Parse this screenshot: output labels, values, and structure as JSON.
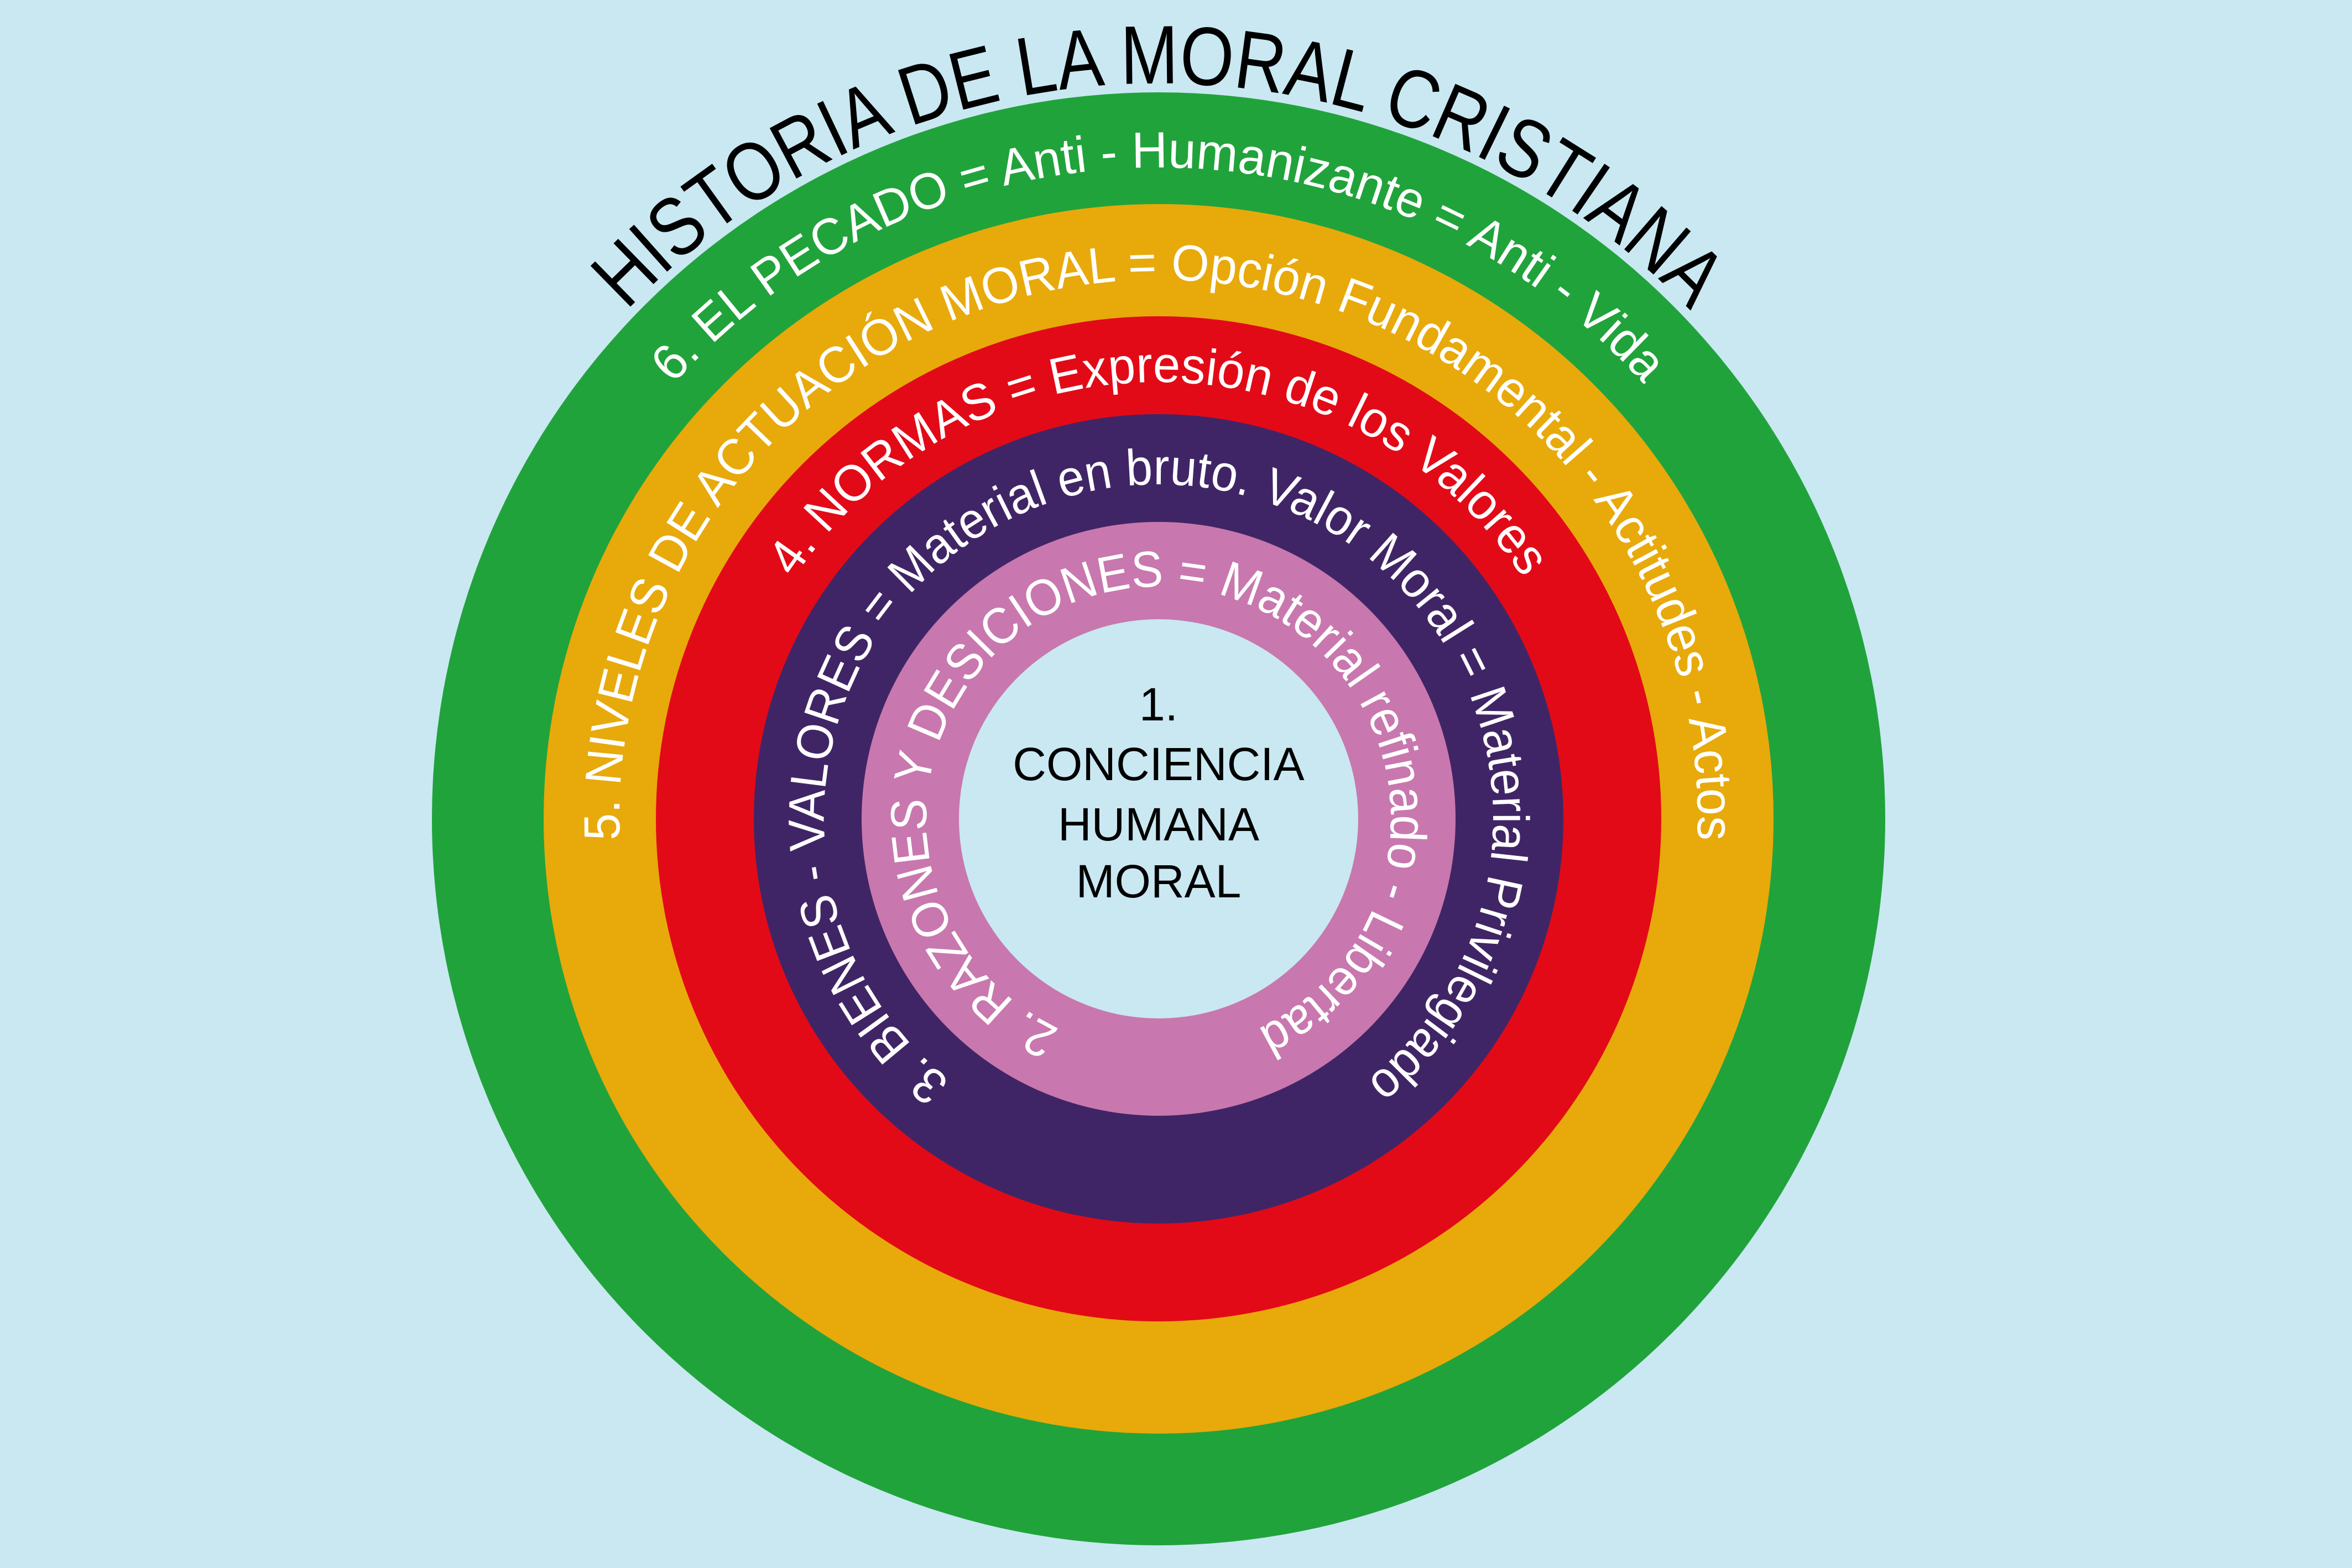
{
  "title": "HISTORIA DE LA MORAL CRISTIANA",
  "colors": {
    "background": "#c9e8f2",
    "ring6": "#21a33b",
    "ring5": "#e8a90b",
    "ring4": "#e30a17",
    "ring3": "#402566",
    "ring2": "#c878ae",
    "center": "#c9e8f2"
  },
  "rings": {
    "ring6": "6. EL PECADO = Anti - Humanizante = Anti - Vida",
    "ring5": "5. NIVELES DE ACTUACIÓN MORAL = Opción Fundamental - Actitudes - Actos",
    "ring4": "4. NORMAS = Expresión de los Valores",
    "ring3": "3. BIENES - VALORES = Material en bruto. Valor Moral = Material Privilegiado",
    "ring2": "2. RAZONES Y DESICIONES = Material refinado - Libertad"
  },
  "center": {
    "line1": "1.",
    "line2": "CONCIENCIA",
    "line3": "HUMANA",
    "line4": "MORAL"
  }
}
